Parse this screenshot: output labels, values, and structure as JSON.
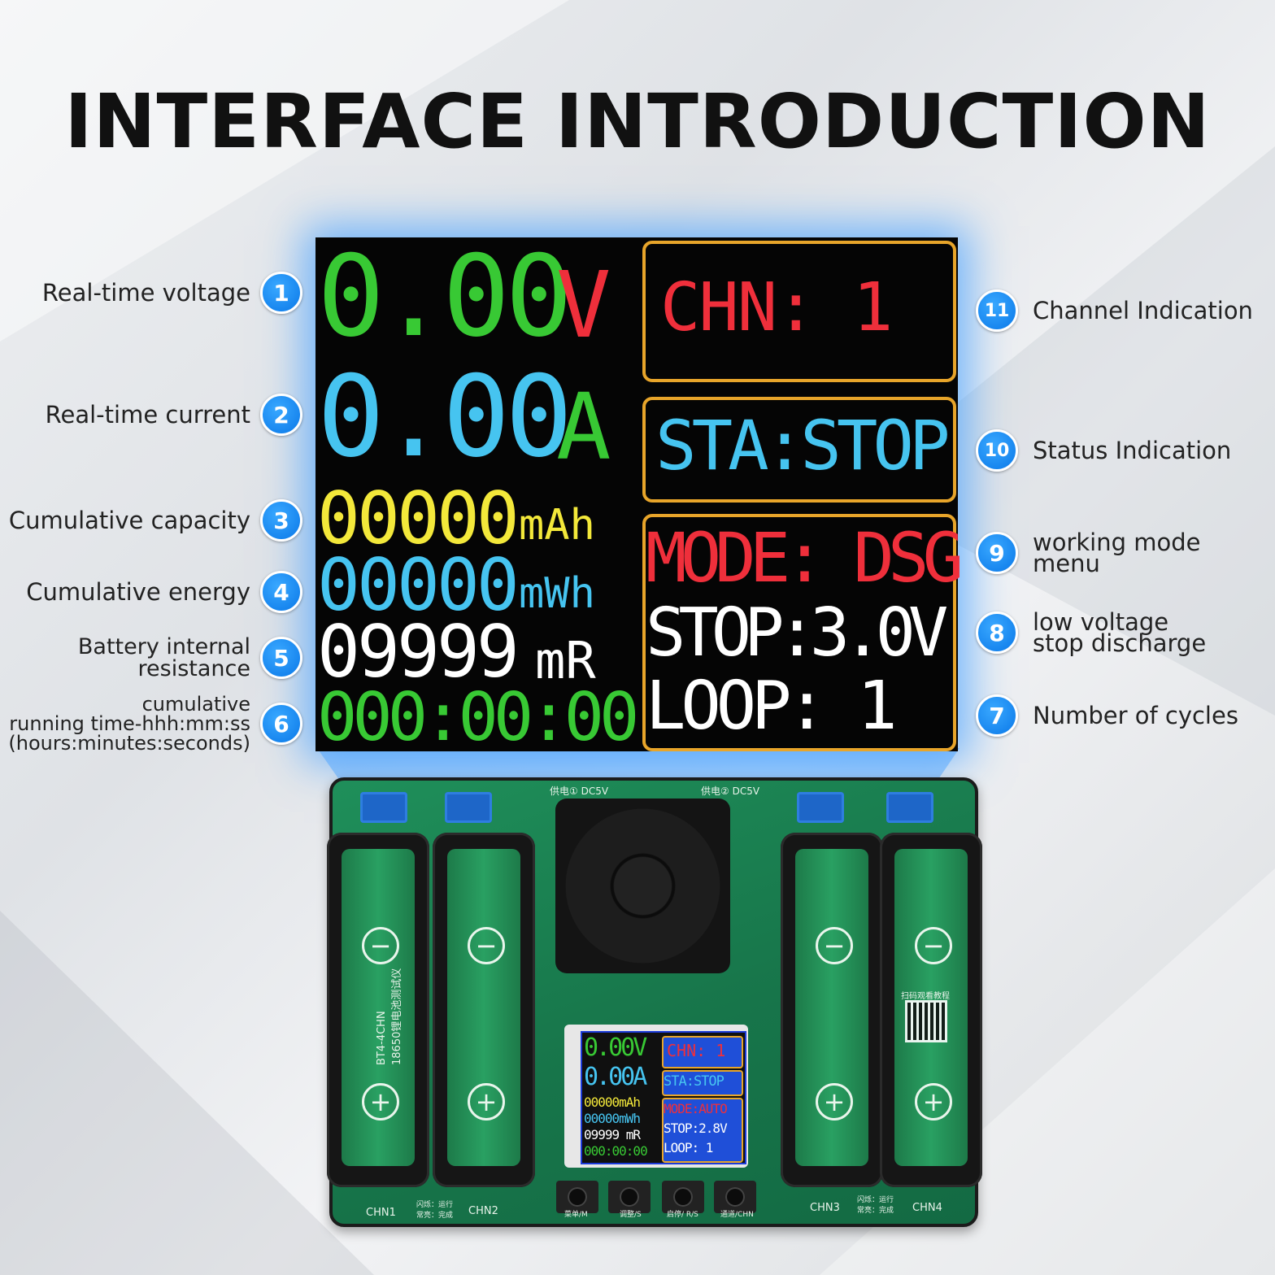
{
  "title": "INTERFACE INTRODUCTION",
  "colors": {
    "green": "#38c934",
    "red": "#ef2f3b",
    "cyan": "#46c4f0",
    "yellow": "#f3e83a",
    "white": "#ffffff",
    "amber_border": "#e8a52a",
    "badge_blue": "#1a8cf2"
  },
  "display": {
    "voltage_value": "0.00",
    "voltage_unit": "V",
    "current_value": "0.00",
    "current_unit": "A",
    "capacity_value": "00000",
    "capacity_unit": "mAh",
    "energy_value": "00000",
    "energy_unit": "mWh",
    "resistance_value": "09999",
    "resistance_unit": "mR",
    "time_value": "000:00:00",
    "channel": "CHN: 1",
    "status": "STA:STOP",
    "mode": "MODE: DSG",
    "stop_voltage": "STOP:3.0V",
    "loop": "LOOP: 1"
  },
  "callouts": [
    {
      "number": "1",
      "label": "Real-time voltage"
    },
    {
      "number": "2",
      "label": "Real-time current"
    },
    {
      "number": "3",
      "label": "Cumulative capacity"
    },
    {
      "number": "4",
      "label": "Cumulative energy"
    },
    {
      "number": "5",
      "label": "Battery internal\nresistance"
    },
    {
      "number": "6",
      "label": "cumulative\nrunning time-hhh:mm:ss\n(hours:minutes:seconds)"
    },
    {
      "number": "7",
      "label": "Number of cycles"
    },
    {
      "number": "8",
      "label": "low voltage\nstop discharge"
    },
    {
      "number": "9",
      "label": "working mode\nmenu"
    },
    {
      "number": "10",
      "label": "Status Indication"
    },
    {
      "number": "11",
      "label": "Channel Indication"
    }
  ],
  "board": {
    "mini_display": {
      "voltage": "0.00V",
      "current": "0.00A",
      "capacity": "00000mAh",
      "energy": "00000mWh",
      "resistance": "09999 mR",
      "time": "000:00:00",
      "channel": "CHN: 1",
      "status": "STA:STOP",
      "mode": "MODE:AUTO",
      "stop": "STOP:2.8V",
      "loop": "LOOP: 1"
    },
    "channel_labels": [
      "CHN1",
      "CHN2",
      "CHN3",
      "CHN4"
    ],
    "button_labels": [
      "菜单/M",
      "调整/S",
      "启停/ R/S",
      "通道/CHN"
    ],
    "model_label": "BT4-4CHN\n18650锂电池测试仪",
    "qr_caption": "扫码观看教程",
    "power_labels": [
      "供电① DC5V",
      "供电② DC5V"
    ],
    "led_caption_1": "闪烁：运行 常亮：完成",
    "led_caption_2": "闪烁：运行 常亮：完成"
  }
}
